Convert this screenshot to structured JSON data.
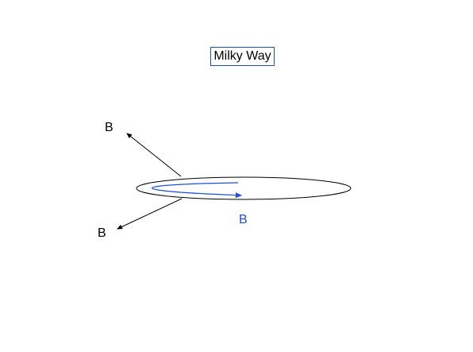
{
  "title": "Milky Way",
  "labels": {
    "field_top": "B",
    "field_bottom": "B",
    "field_disk": "B"
  },
  "colors": {
    "title_border": "#1f4fb4",
    "disk_field": "#1f4fd6",
    "outline": "#000000"
  }
}
